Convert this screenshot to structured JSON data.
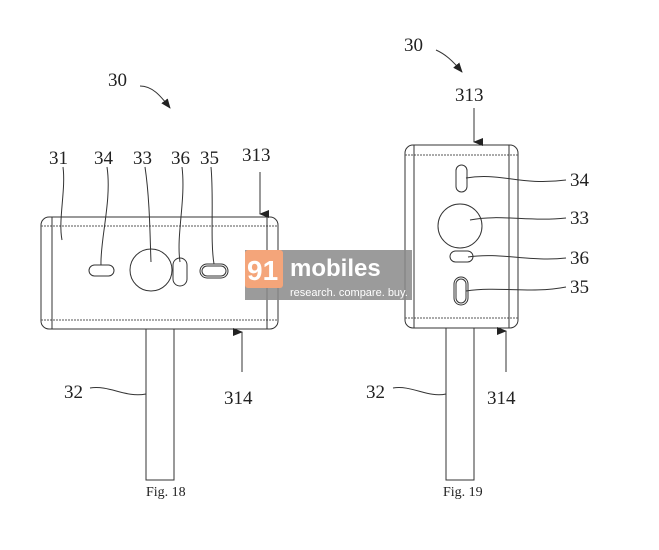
{
  "figure18": {
    "caption": "Fig. 18",
    "labels": {
      "assembly": "30",
      "body": "31",
      "stem": "32",
      "lens": "33",
      "slot_left": "34",
      "slot_right": "35",
      "slot_mid": "36",
      "top_edge": "313",
      "bottom_edge": "314"
    }
  },
  "figure19": {
    "caption": "Fig. 19",
    "labels": {
      "assembly": "30",
      "stem": "32",
      "lens": "33",
      "slot_top": "34",
      "slot_bottom": "35",
      "slot_mid": "36",
      "top_edge": "313",
      "bottom_edge": "314"
    }
  },
  "watermark": {
    "number": "91",
    "name": "mobiles",
    "tagline": "research. compare. buy.",
    "orange": "#f4a57a",
    "gray": "#8a8a8a"
  }
}
